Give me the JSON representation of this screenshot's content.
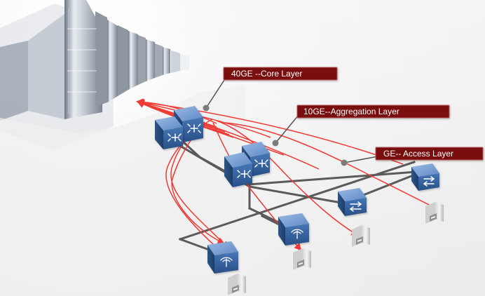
{
  "diagram": {
    "labels": {
      "core": "40GE --Core Layer",
      "aggregation": "10GE--Aggregation Layer",
      "access": "GE-- Access Layer"
    },
    "colors": {
      "label_bg": "#7a0d0d",
      "label_border": "#b35b5b",
      "arrow": "#ef3b36",
      "network": "#5a5a5a",
      "device": "#3d6fb2"
    },
    "icons": [
      "datacenter-icon",
      "core-switch-icon",
      "aggregation-switch-icon",
      "access-switch-icon",
      "wireless-access-point-icon",
      "server-icon",
      "connector-dot-icon"
    ]
  }
}
